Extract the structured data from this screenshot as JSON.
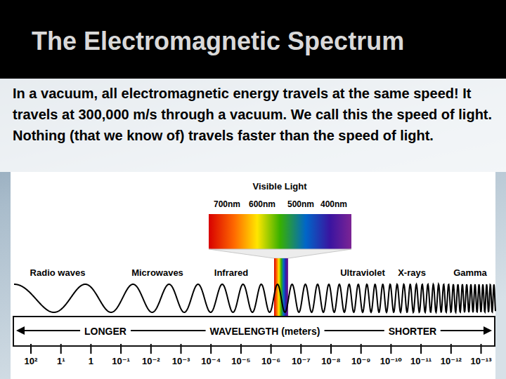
{
  "diagram": {
    "title": "The Electromagnetic Spectrum",
    "nodes": [
      {
        "text": [
          "LONGER",
          "WAVELENGTH (meters)",
          "SHORTER"
        ]
      }
    ],
    "labels": [
      "In a vacuum, all electromagnetic energy travels at the same speed! It travels at 300,000 m/s through a vacuum. We call this the speed of light. Nothing (that we know of) travels faster than the speed of light.",
      "Visible Light",
      "700nm",
      "600nm",
      "500nm",
      "400nm",
      "Radio waves",
      "Microwaves",
      "Infrared",
      "Ultraviolet",
      "X-rays",
      "Gamma",
      "10²",
      "1¹",
      "1",
      "10⁻¹",
      "10⁻²",
      "10⁻³",
      "10⁻⁴",
      "10⁻⁵",
      "10⁻⁶",
      "10⁻⁷",
      "10⁻⁸",
      "10⁻⁹",
      "10⁻¹⁰",
      "10⁻¹¹",
      "10⁻¹²",
      "10⁻¹³"
    ]
  }
}
